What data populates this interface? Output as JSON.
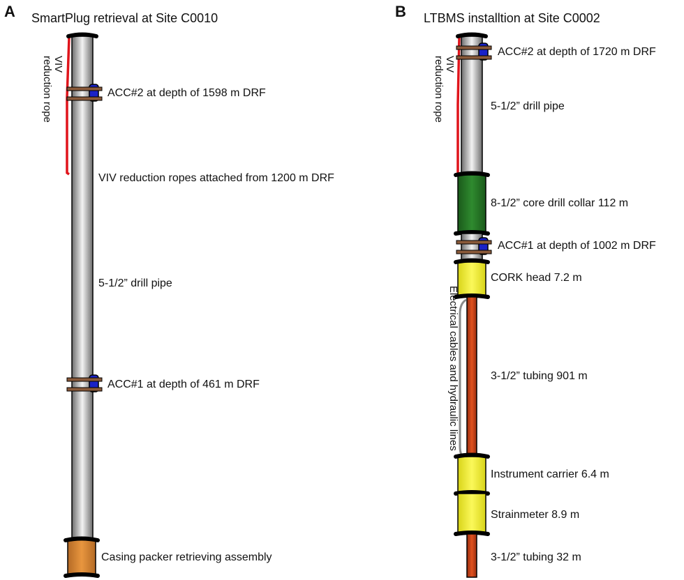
{
  "panelA": {
    "letter": "A",
    "title": "SmartPlug retrieval at Site C0010",
    "rope_label": [
      "VIV",
      "reduction rope"
    ],
    "labels": {
      "acc2": "ACC#2 at depth of 1598 m DRF",
      "viv": "VIV reduction ropes attached from 1200 m DRF",
      "pipe": "5-1/2” drill pipe",
      "acc1": "ACC#1 at depth of 461 m DRF",
      "casing": "Casing packer retrieving assembly"
    }
  },
  "panelB": {
    "letter": "B",
    "title": "LTBMS installtion at Site C0002",
    "rope_label": [
      "VIV",
      "reduction rope"
    ],
    "cable_label": "Electrical cables and hydraulic lines",
    "labels": {
      "acc2": "ACC#2 at depth of 1720 m DRF",
      "pipe": "5-1/2” drill pipe",
      "collar": "8-1/2”  core drill collar 112 m",
      "acc1": "ACC#1 at depth of 1002 m DRF",
      "cork": "CORK head 7.2 m",
      "tubing": "3-1/2” tubing 901 m",
      "carrier": "Instrument carrier 6.4 m",
      "strain": "Strainmeter 8.9 m",
      "tubing2": "3-1/2” tubing 32 m"
    }
  },
  "colors": {
    "pipe_gray": "#a8a8a8",
    "rope_red": "#e0141b",
    "acc_blue": "#1a22c8",
    "collar_green": "#2b7a2b",
    "cork_yellow": "#f2ee2a",
    "tubing_orange": "#c8431b",
    "casing_brown": "#d9883a",
    "clamp_brown": "#8a5a3a"
  }
}
